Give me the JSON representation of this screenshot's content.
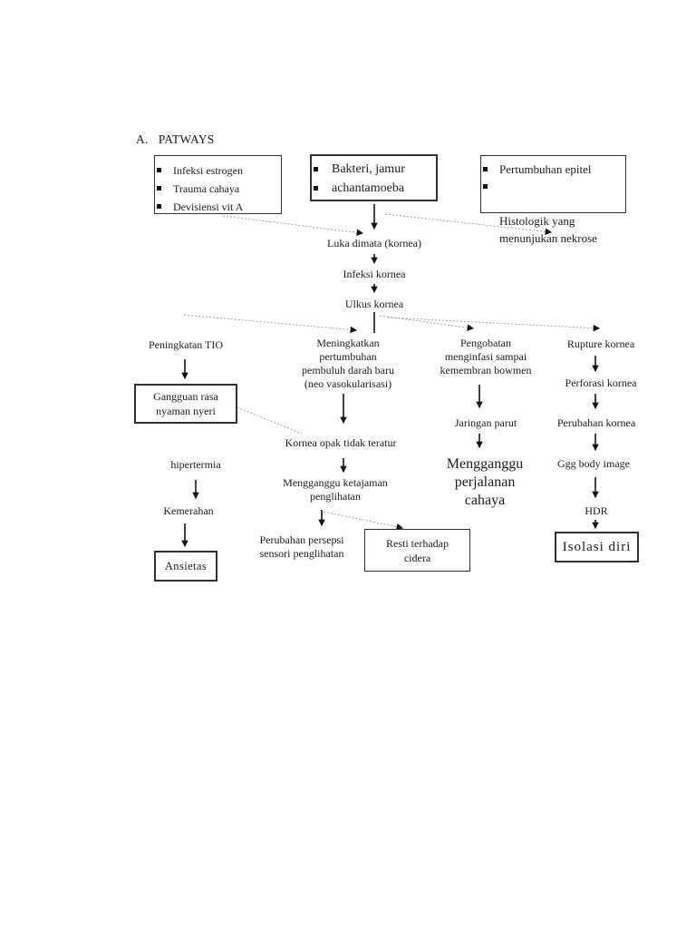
{
  "title": {
    "prefix": "A.",
    "text": "PATWAYS"
  },
  "top_boxes": {
    "risk_factors": {
      "bullets": [
        "Infeksi estrogen",
        "Trauma cahaya",
        "Devisiensi vit A"
      ]
    },
    "pathogens": {
      "bullets": [
        "Bakteri, jamur",
        "achantamoeba"
      ]
    },
    "epithelium": {
      "bullets": [
        "Pertumbuhan epitel",
        "Histologik yang\nmenunjukan nekrose"
      ]
    }
  },
  "central_chain": {
    "luka": "Luka dimata (kornea)",
    "infeksi": "Infeksi kornea",
    "ulkus": "Ulkus kornea"
  },
  "branch_tio": {
    "head": "Peningkatan TIO",
    "gangguan_box": "Gangguan rasa\nnyaman nyeri",
    "hipertermia": "hipertermia",
    "kemerahan": "Kemerahan",
    "ansietas_box": "Ansietas"
  },
  "branch_neovascular": {
    "head": "Meningkatkan\npertumbuhan\npembuluh darah baru\n(neo vasokularisasi)",
    "kornea_opak": "Kornea opak tidak teratur",
    "ketajaman": "Mengganggu ketajaman\npenglihatan",
    "persepsi": "Perubahan persepsi\nsensori penglihatan",
    "resti_box": "Resti terhadap\ncidera"
  },
  "branch_pengobatan": {
    "head": "Pengobatan\nmenginfasi sampai\nkemembran bowmen",
    "jaringan": "Jaringan parut",
    "cahaya": "Mengganggu\nperjalanan\ncahaya"
  },
  "branch_rupture": {
    "head": "Rupture kornea",
    "perforasi": "Perforasi kornea",
    "perubahan": "Perubahan kornea",
    "body_image": "Ggg body image",
    "hdr": "HDR",
    "isolasi_box": "Isolasi diri"
  },
  "colors": {
    "solid_line": "#141414",
    "dotted_line": "#9a9a9a",
    "box_border": "#2f2f2f",
    "text": "#1c1c1c",
    "background": "#ffffff"
  }
}
